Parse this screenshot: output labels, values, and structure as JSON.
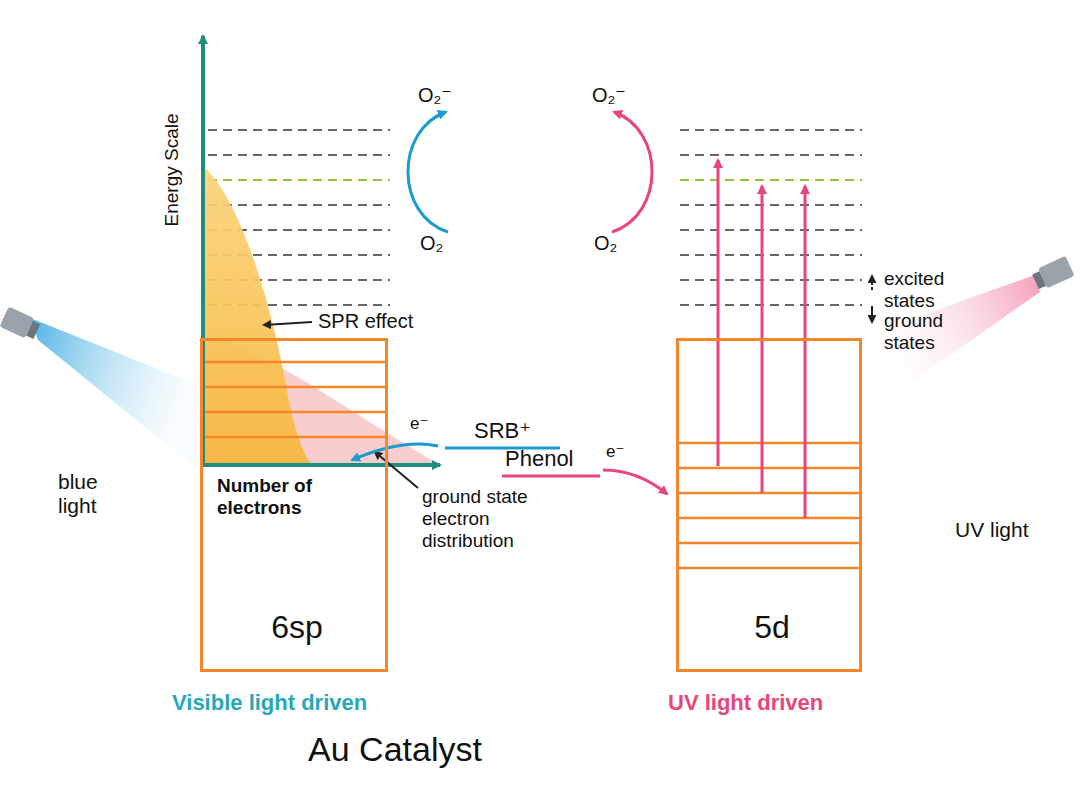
{
  "diagram": {
    "caption": "Au Catalyst",
    "nodes": [
      {
        "text": [
          "Number of electrons",
          "6sp"
        ]
      },
      {
        "text": [
          "5d"
        ]
      }
    ],
    "labels": [
      "Energy Scale",
      "O₂⁻",
      "O₂",
      "O₂⁻",
      "O₂",
      "SPR effect",
      "e⁻",
      "SRB⁺",
      "blue light",
      "ground state electron distribution",
      "Phenol",
      "e⁻",
      "excited states",
      "ground states",
      "UV light",
      "Visible light driven",
      "UV light driven"
    ]
  }
}
